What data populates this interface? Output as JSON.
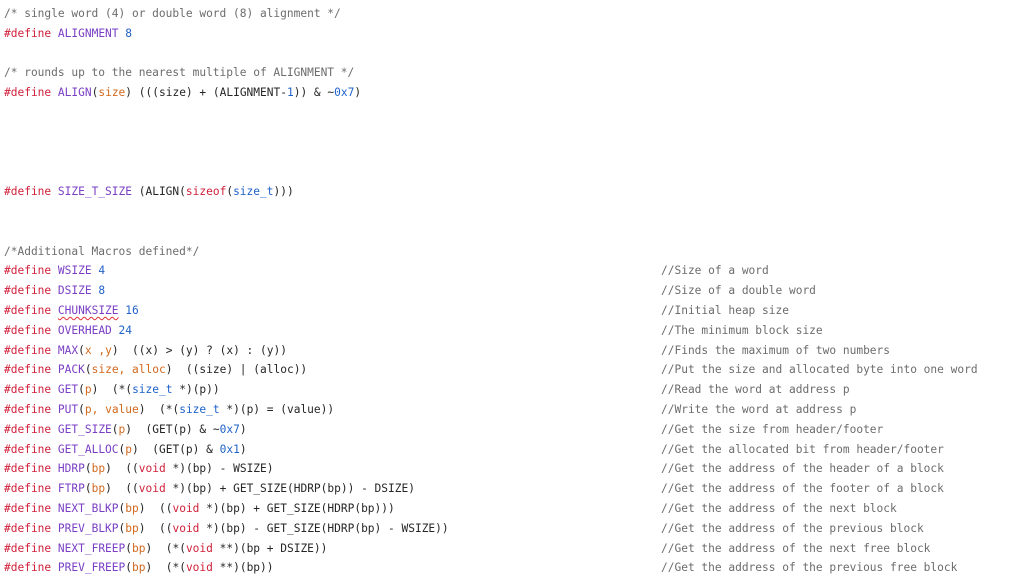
{
  "editor": {
    "lines": [
      {
        "comment": "/* single word (4) or double word (8) alignment */"
      },
      {
        "kw": "#define",
        "name": "ALIGNMENT",
        "value": "8"
      },
      {},
      {
        "comment": "/* rounds up to the nearest multiple of ALIGNMENT */"
      },
      {
        "kw": "#define",
        "name": "ALIGN",
        "params": "size",
        "body_a": " (((size) + (ALIGNMENT-",
        "num1": "1",
        "body_b": ")) & ~",
        "num2": "0x7",
        "body_c": ")"
      },
      {},
      {},
      {},
      {},
      {
        "kw": "#define",
        "name": "SIZE_T_SIZE",
        "body_a": " (ALIGN(",
        "kw2": "sizeof",
        "body_b": "(",
        "type": "size_t",
        "body_c": ")))"
      },
      {},
      {},
      {
        "comment": "/*Additional Macros defined*/"
      },
      {
        "kw": "#define",
        "name": "WSIZE",
        "value": "4",
        "note": "//Size of a word"
      },
      {
        "kw": "#define",
        "name": "DSIZE",
        "value": "8",
        "note": "//Size of a double word"
      },
      {
        "kw": "#define",
        "name": "CHUNKSIZE",
        "value": "16",
        "note": "//Initial heap size"
      },
      {
        "kw": "#define",
        "name": "OVERHEAD",
        "value": "24",
        "note": "//The minimum block size"
      },
      {
        "kw": "#define",
        "name": "MAX",
        "params": "x ,y",
        "body": "  ((x) > (y) ? (x) : (y))",
        "note": "//Finds the maximum of two numbers"
      },
      {
        "kw": "#define",
        "name": "PACK",
        "params": "size, alloc",
        "body": "  ((size) | (alloc))",
        "note": "//Put the size and allocated byte into one word"
      },
      {
        "kw": "#define",
        "name": "GET",
        "params": "p",
        "body_a": "  (*(",
        "type": "size_t",
        "body_b": " *)(p))",
        "note": "//Read the word at address p"
      },
      {
        "kw": "#define",
        "name": "PUT",
        "params": "p, value",
        "body_a": "  (*(",
        "type": "size_t",
        "body_b": " *)(p) = (value))",
        "note": "//Write the word at address p"
      },
      {
        "kw": "#define",
        "name": "GET_SIZE",
        "params": "p",
        "body_a": "  (GET(p) & ~",
        "num": "0x7",
        "body_b": ")",
        "note": "//Get the size from header/footer"
      },
      {
        "kw": "#define",
        "name": "GET_ALLOC",
        "params": "p",
        "body_a": "  (GET(p) & ",
        "num": "0x1",
        "body_b": ")",
        "note": "//Get the allocated bit from header/footer"
      },
      {
        "kw": "#define",
        "name": "HDRP",
        "params": "bp",
        "body_a": "  ((",
        "kw2": "void",
        "body_b": " *)(bp) - WSIZE)",
        "note": "//Get the address of the header of a block"
      },
      {
        "kw": "#define",
        "name": "FTRP",
        "params": "bp",
        "body_a": "  ((",
        "kw2": "void",
        "body_b": " *)(bp) + GET_SIZE(HDRP(bp)) - DSIZE)",
        "note": "//Get the address of the footer of a block"
      },
      {
        "kw": "#define",
        "name": "NEXT_BLKP",
        "params": "bp",
        "body_a": "  ((",
        "kw2": "void",
        "body_b": " *)(bp) + GET_SIZE(HDRP(bp)))",
        "note": "//Get the address of the next block"
      },
      {
        "kw": "#define",
        "name": "PREV_BLKP",
        "params": "bp",
        "body_a": "  ((",
        "kw2": "void",
        "body_b": " *)(bp) - GET_SIZE(HDRP(bp) - WSIZE))",
        "note": "//Get the address of the previous block"
      },
      {
        "kw": "#define",
        "name": "NEXT_FREEP",
        "params": "bp",
        "body_a": "  (*(",
        "kw2": "void",
        "body_b": " **)(bp + DSIZE))",
        "note": "//Get the address of the next free block"
      },
      {
        "kw": "#define",
        "name": "PREV_FREEP",
        "params": "bp",
        "body_a": "  (*(",
        "kw2": "void",
        "body_b": " **)(bp))",
        "note": "//Get the address of the previous free block"
      }
    ],
    "punct": {
      "lp": "(",
      "rp": ")",
      "sp": " "
    }
  },
  "colors": {
    "comment": "#6c6c6c",
    "keyword": "#d0203a",
    "macro": "#7a3fc4",
    "number": "#1f62c9",
    "param": "#d2691e",
    "type": "#1f62c9",
    "spell_error": "#e0303a"
  }
}
